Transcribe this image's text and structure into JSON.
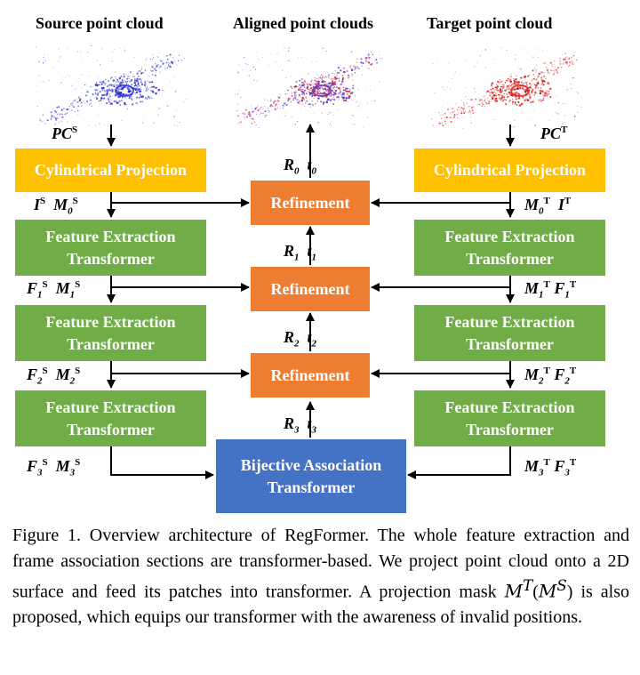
{
  "headers": {
    "source": "Source point cloud",
    "aligned": "Aligned point clouds",
    "target": "Target point cloud"
  },
  "boxes": {
    "cyl_left": "Cylindrical Projection",
    "cyl_right": "Cylindrical Projection",
    "fe_line1": "Feature Extraction",
    "fe_line2": "Transformer",
    "refinement": "Refinement",
    "bat_line1": "Bijective Association",
    "bat_line2": "Transformer"
  },
  "labels": {
    "pc": "PC",
    "sup_s": "S",
    "sup_t": "T",
    "i": "I",
    "m": "M",
    "f": "F",
    "r": "R",
    "t": "t",
    "sub0": "0",
    "sub1": "1",
    "sub2": "2",
    "sub3": "3"
  },
  "caption": {
    "text1": "Figure 1. Overview architecture of RegFormer. The whole feature extraction and frame association sections are transformer-based. We project point cloud onto a 2D surface and feed its patches into transformer. A projection mask ",
    "mask_t": "M",
    "mask_t_sup": "T",
    "mask_s_open": "(",
    "mask_s": "M",
    "mask_s_sup": "S",
    "mask_s_close": ")",
    "text2": " is also proposed, which equips our transformer with the awareness of invalid positions."
  },
  "colors": {
    "yellow": "#ffc000",
    "green": "#70ad47",
    "orange": "#ed7d31",
    "blue": "#4472c4",
    "source_cloud": "#2b2bdc",
    "target_cloud": "#e02020",
    "aligned_cloud": "#7a2a9a"
  }
}
